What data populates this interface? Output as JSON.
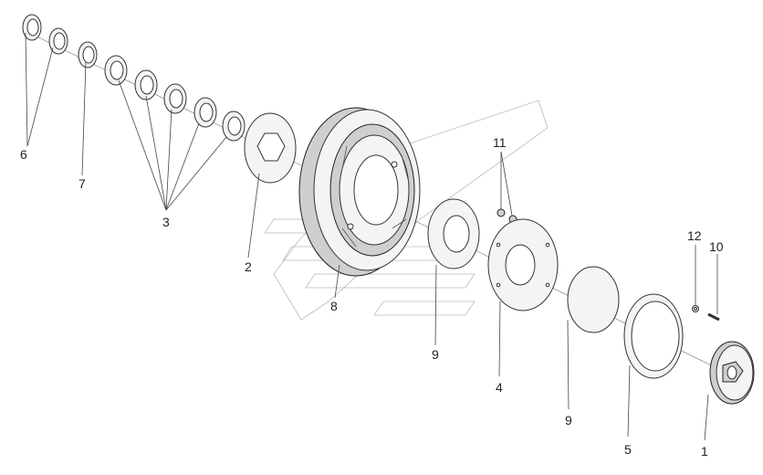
{
  "diagram": {
    "callouts": [
      {
        "id": "c1",
        "label": "1"
      },
      {
        "id": "c2",
        "label": "2"
      },
      {
        "id": "c3",
        "label": "3"
      },
      {
        "id": "c4",
        "label": "4"
      },
      {
        "id": "c5",
        "label": "5"
      },
      {
        "id": "c6",
        "label": "6"
      },
      {
        "id": "c7",
        "label": "7"
      },
      {
        "id": "c8",
        "label": "8"
      },
      {
        "id": "c9a",
        "label": "9"
      },
      {
        "id": "c9b",
        "label": "9"
      },
      {
        "id": "c10",
        "label": "10"
      },
      {
        "id": "c11",
        "label": "11"
      },
      {
        "id": "c12",
        "label": "12"
      }
    ]
  }
}
